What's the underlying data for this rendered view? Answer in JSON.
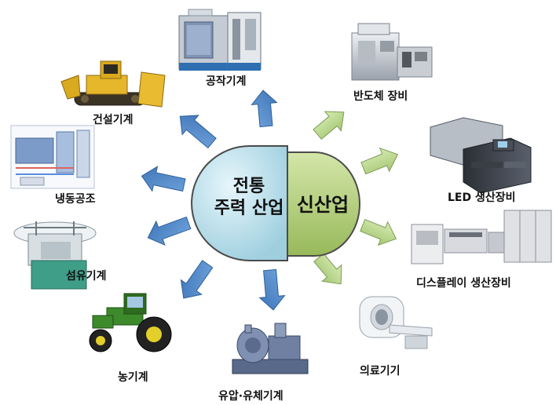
{
  "hub": {
    "traditional_line1": "전통",
    "traditional_line2": "주력 산업",
    "new_industry": "신산업"
  },
  "traditional_industries": [
    "공작기계",
    "건설기계",
    "냉동공조",
    "섬유기계",
    "농기계",
    "유압·유체기계"
  ],
  "new_industries": [
    "반도체 장비",
    "LED 생산장비",
    "디스플레이 생산장비",
    "의료기기"
  ],
  "colors": {
    "traditional_hub": "#bfe3ec",
    "new_hub": "#b5cf7f",
    "traditional_arrow": "#4f87c9",
    "new_arrow": "#b9d98a"
  }
}
